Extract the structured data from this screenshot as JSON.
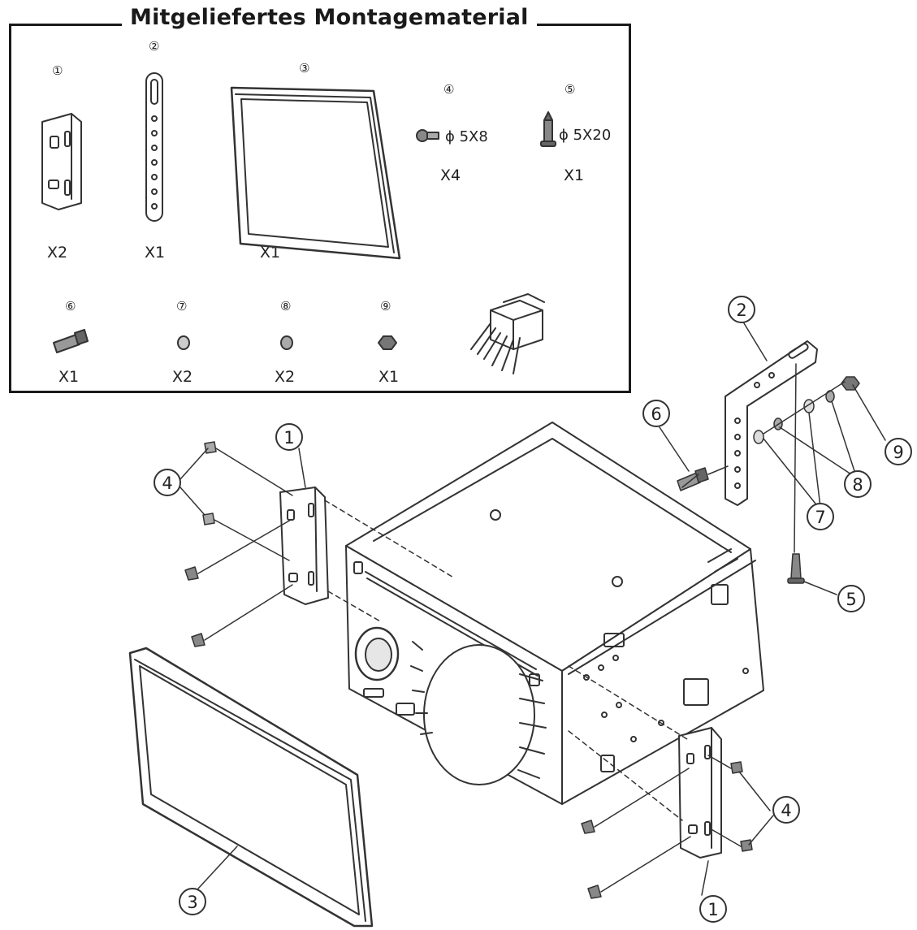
{
  "title": "Mitgeliefertes Montagematerial",
  "kit": {
    "item1": {
      "num": "①",
      "qty": "X2"
    },
    "item2": {
      "num": "②",
      "qty": "X1"
    },
    "item3": {
      "num": "③",
      "qty": "X1"
    },
    "item4": {
      "num": "④",
      "spec": "ϕ 5X8",
      "qty": "X4"
    },
    "item5": {
      "num": "⑤",
      "spec": "ϕ 5X20",
      "qty": "X1"
    },
    "item6": {
      "num": "⑥",
      "qty": "X1"
    },
    "item7": {
      "num": "⑦",
      "qty": "X2"
    },
    "item8": {
      "num": "⑧",
      "qty": "X2"
    },
    "item9": {
      "num": "⑨",
      "qty": "X1"
    }
  },
  "callouts": {
    "n1": "1",
    "n2": "2",
    "n3": "3",
    "n4": "4",
    "n5": "5",
    "n6": "6",
    "n7": "7",
    "n8": "8",
    "n9": "9"
  }
}
